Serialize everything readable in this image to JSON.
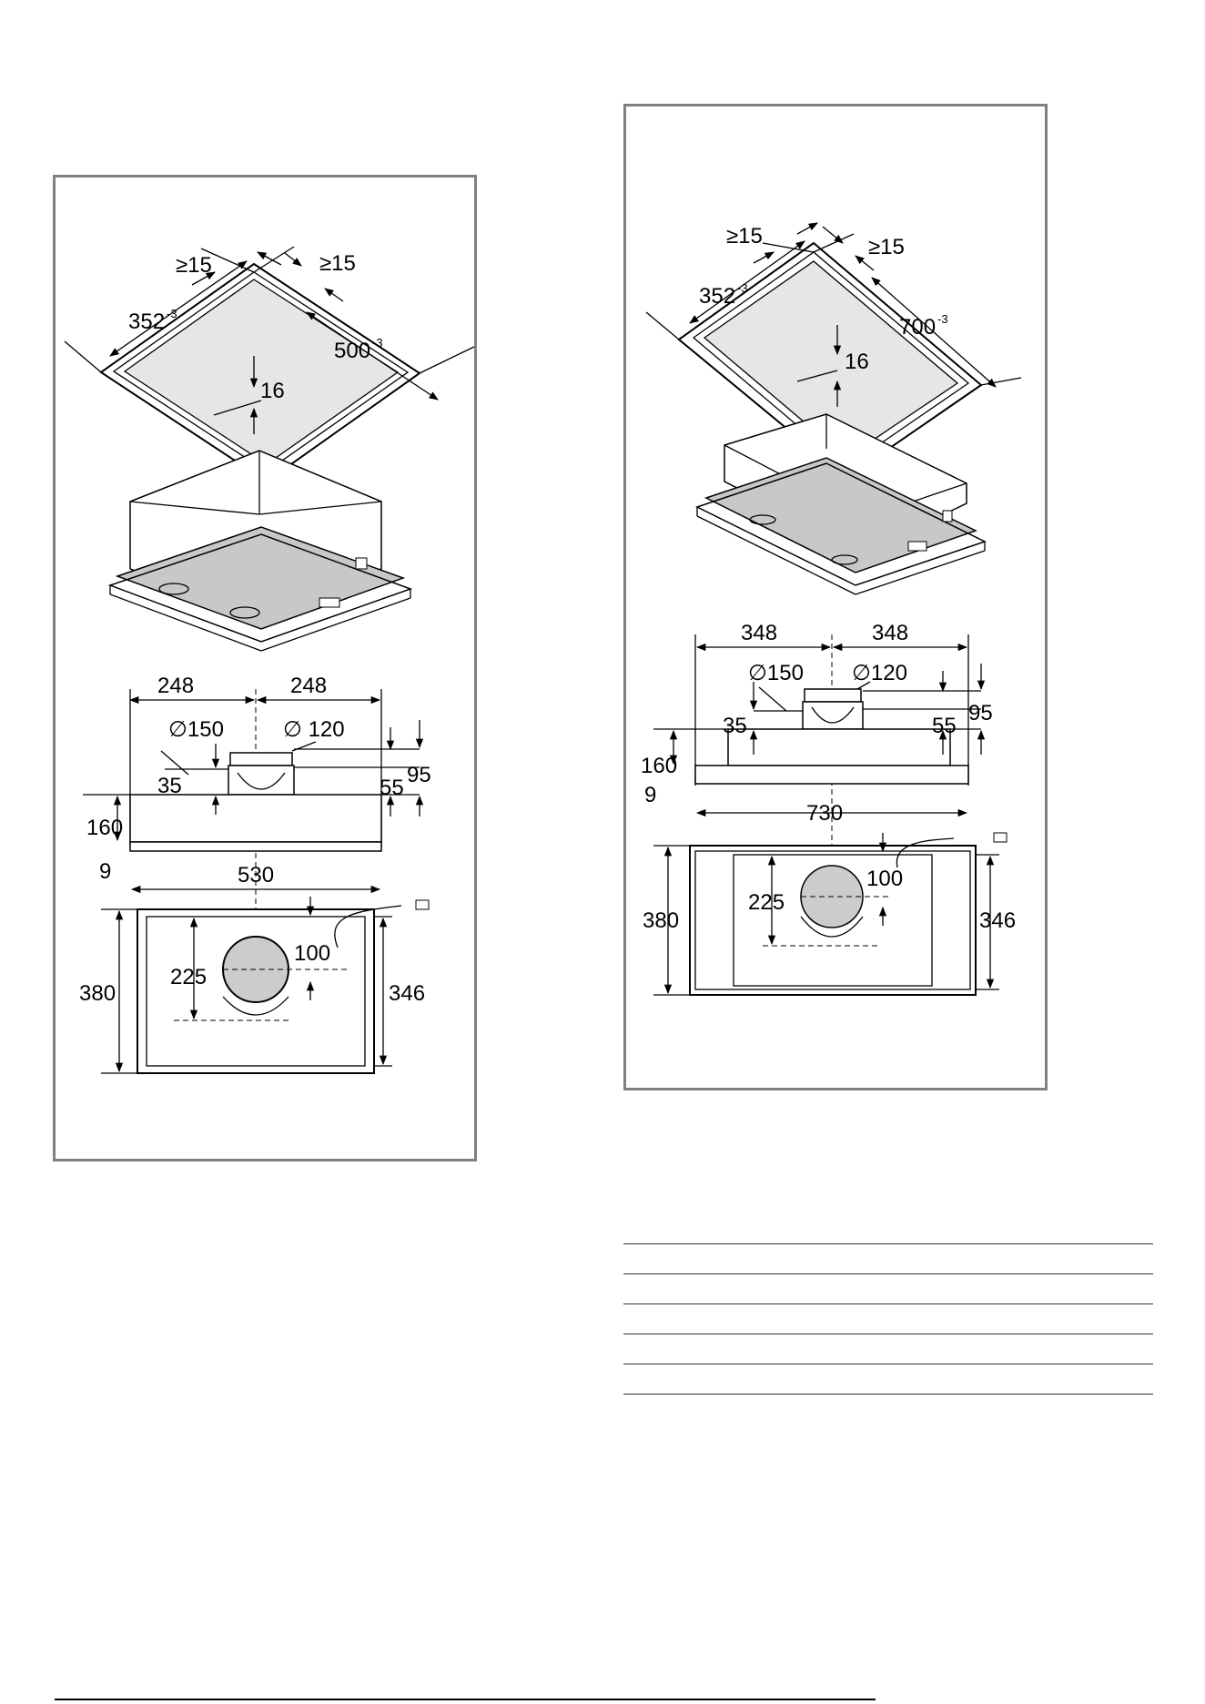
{
  "left_diagram": {
    "cutout": {
      "clearance_a": "≥15",
      "clearance_b": "≥15",
      "depth": "352",
      "depth_tol": "-3",
      "width": "500",
      "width_tol": "-3",
      "thickness": "16"
    },
    "elevation": {
      "half_left": "248",
      "half_right": "248",
      "duct_outer": "∅150",
      "duct_inner": "∅ 120",
      "offset": "35",
      "collar": "55",
      "total_collar": "95",
      "height": "160",
      "panel": "9",
      "width": "530"
    },
    "plan": {
      "depth": "380",
      "inner_depth": "346",
      "duct_offset": "225",
      "cable_offset": "100"
    }
  },
  "right_diagram": {
    "cutout": {
      "clearance_a": "≥15",
      "clearance_b": "≥15",
      "depth": "352",
      "depth_tol": "-3",
      "width": "700",
      "width_tol": "-3",
      "thickness": "16"
    },
    "elevation": {
      "half_left": "348",
      "half_right": "348",
      "duct_outer": "∅150",
      "duct_inner": "∅120",
      "offset": "35",
      "collar": "55",
      "total_collar": "95",
      "height": "160",
      "panel": "9",
      "width": "730"
    },
    "plan": {
      "depth": "380",
      "inner_depth": "346",
      "duct_offset": "225",
      "cable_offset": "100"
    }
  },
  "table_rules": 6,
  "colors": {
    "frame": "#808080",
    "cutout_fill": "#e6e6e6",
    "filter": "#c8c8c8"
  }
}
